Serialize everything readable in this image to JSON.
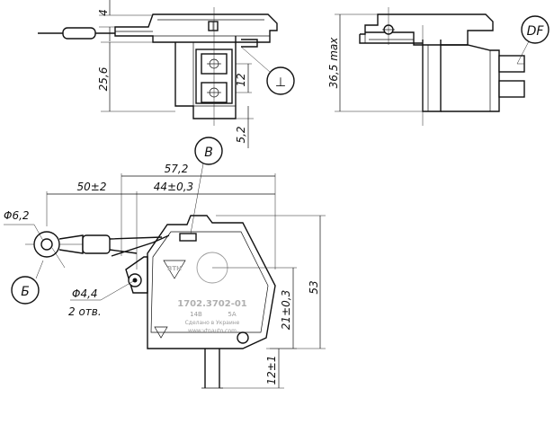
{
  "dimensions": {
    "top_height": "4",
    "left_height": "25,6",
    "terminal_gap": "12",
    "bottom_offset": "5,2",
    "max_height": "36,5 max",
    "total_width": "57,2",
    "wire_length": "50±2",
    "body_width": "44±0,3",
    "hole_ring_dia": "Φ6,2",
    "hole_dia": "Φ4,4",
    "hole_count": "2 отв.",
    "body_height": "53",
    "mount_height": "21±0,3",
    "tail_height": "12±1"
  },
  "callouts": {
    "b_latin": "B",
    "b_cyrillic": "Б",
    "df": "DF",
    "ground": "⊥"
  },
  "embossing": {
    "logo": "ВТН",
    "part_number": "1702.3702-01",
    "voltage": "14В",
    "current": "5А",
    "made_in": "Сделано в Украине",
    "website": "www.vtnauto.com"
  }
}
